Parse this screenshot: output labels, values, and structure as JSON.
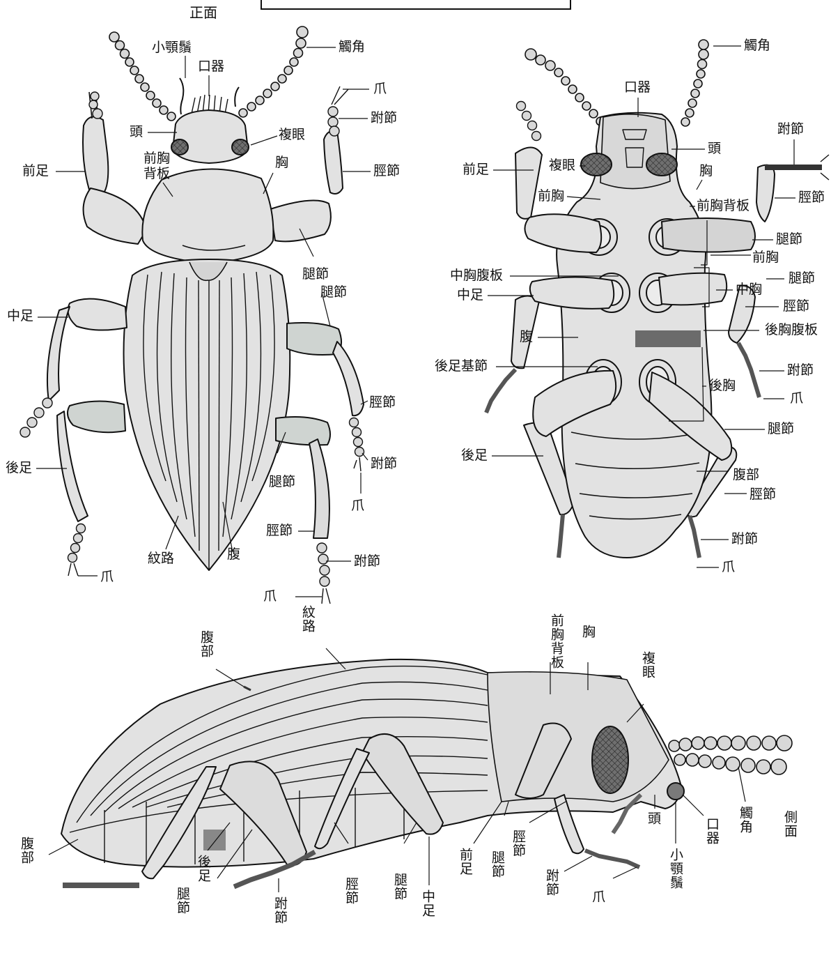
{
  "views": {
    "front": {
      "title": "正面",
      "labels": {
        "maxillary_palp": "小顎鬚",
        "mouthparts": "口器",
        "antenna": "觸角",
        "claw_top": "爪",
        "tarsus_top": "跗節",
        "head": "頭",
        "compound_eye": "複眼",
        "foreleg": "前足",
        "pronotum_1": "前胸",
        "pronotum_2": "背板",
        "thorax": "胸",
        "tibia_top": "脛節",
        "femur_fore": "腿節",
        "femur_mid": "腿節",
        "midleg": "中足",
        "tibia_mid": "脛節",
        "tarsus_mid": "跗節",
        "claw_mid": "爪",
        "hindleg": "後足",
        "femur_hind": "腿節",
        "tibia_hind": "脛節",
        "tarsus_hind": "跗節",
        "claw_hind_left": "爪",
        "claw_hind_right": "爪",
        "striae": "紋路",
        "abdomen": "腹"
      }
    },
    "ventral": {
      "labels": {
        "antenna": "觸角",
        "mouthparts": "口器",
        "tarsus_top": "跗節",
        "foreleg": "前足",
        "compound_eye": "複眼",
        "head": "頭",
        "thorax": "胸",
        "tibia_top": "脛節",
        "prothorax_left": "前胸",
        "pronotum": "前胸背板",
        "femur_fore": "腿節",
        "prothorax_right": "前胸",
        "mesosternum": "中胸腹板",
        "femur_mid": "腿節",
        "midleg": "中足",
        "mesothorax": "中胸",
        "tibia_mid": "脛節",
        "metasternum": "後胸腹板",
        "abdomen_short": "腹",
        "hind_coxa": "後足基節",
        "tarsus_mid": "跗節",
        "metathorax": "後胸",
        "claw_mid": "爪",
        "femur_hind": "腿節",
        "hindleg": "後足",
        "abdomen": "腹部",
        "tibia_hind": "脛節",
        "tarsus_hind": "跗節",
        "claw_hind": "爪"
      }
    },
    "side": {
      "title": "側面",
      "labels": {
        "striae": "紋路",
        "abdomen_top": "腹部",
        "pronotum": "前胸背板",
        "thorax": "胸",
        "compound_eye": "複眼",
        "antenna": "觸角",
        "mouthparts": "口器",
        "head": "頭",
        "maxillary_palp": "小顎鬚",
        "abdomen_bottom": "腹部",
        "hindleg": "後足",
        "femur_hind": "腿節",
        "tarsus_hind": "跗節",
        "tibia_mid": "脛節",
        "femur_mid": "腿節",
        "midleg": "中足",
        "foreleg": "前足",
        "femur_fore": "腿節",
        "tibia_fore": "脛節",
        "tarsus_fore": "跗節",
        "claw": "爪"
      }
    }
  },
  "colors": {
    "ink": "#111111",
    "body_fill": "#e2e2e2",
    "highlight_fill": "#cfd4d1",
    "dark_patch": "#6b6b6b"
  }
}
